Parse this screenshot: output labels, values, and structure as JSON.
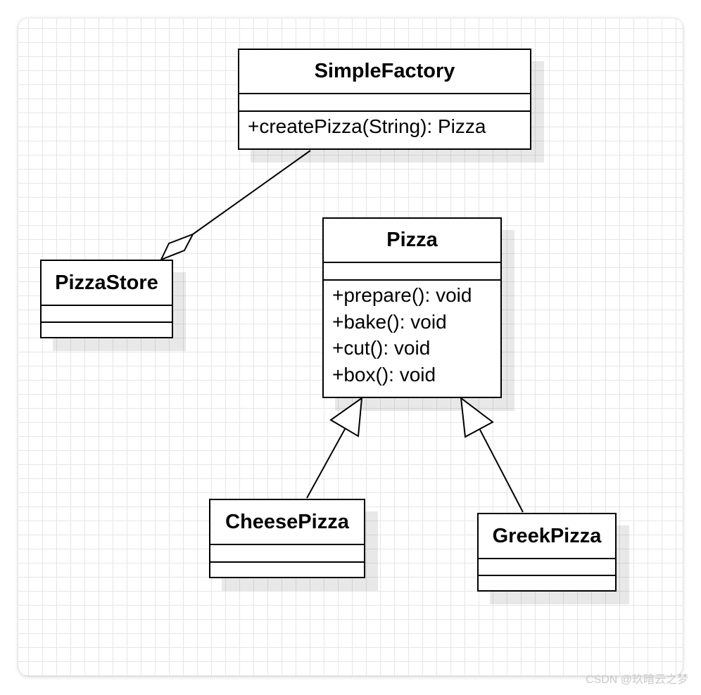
{
  "diagram": {
    "classes": [
      {
        "id": "simple-factory",
        "name": "SimpleFactory",
        "attributes": [],
        "operations": [
          "+createPizza(String): Pizza"
        ]
      },
      {
        "id": "pizza-store",
        "name": "PizzaStore",
        "attributes": [],
        "operations": []
      },
      {
        "id": "pizza",
        "name": "Pizza",
        "attributes": [],
        "operations": [
          "+prepare(): void",
          "+bake(): void",
          "+cut(): void",
          "+box(): void"
        ]
      },
      {
        "id": "cheese-pizza",
        "name": "CheesePizza",
        "attributes": [],
        "operations": []
      },
      {
        "id": "greek-pizza",
        "name": "GreekPizza",
        "attributes": [],
        "operations": []
      }
    ],
    "relationships": [
      {
        "type": "aggregation",
        "from": "pizza-store",
        "to": "simple-factory"
      },
      {
        "type": "generalization",
        "from": "cheese-pizza",
        "to": "pizza"
      },
      {
        "type": "generalization",
        "from": "greek-pizza",
        "to": "pizza"
      }
    ]
  },
  "watermark": "CSDN @玖暗云之梦",
  "colors": {
    "line": "#000000",
    "box": "#ffffff",
    "grid": "#e6e6e6"
  }
}
